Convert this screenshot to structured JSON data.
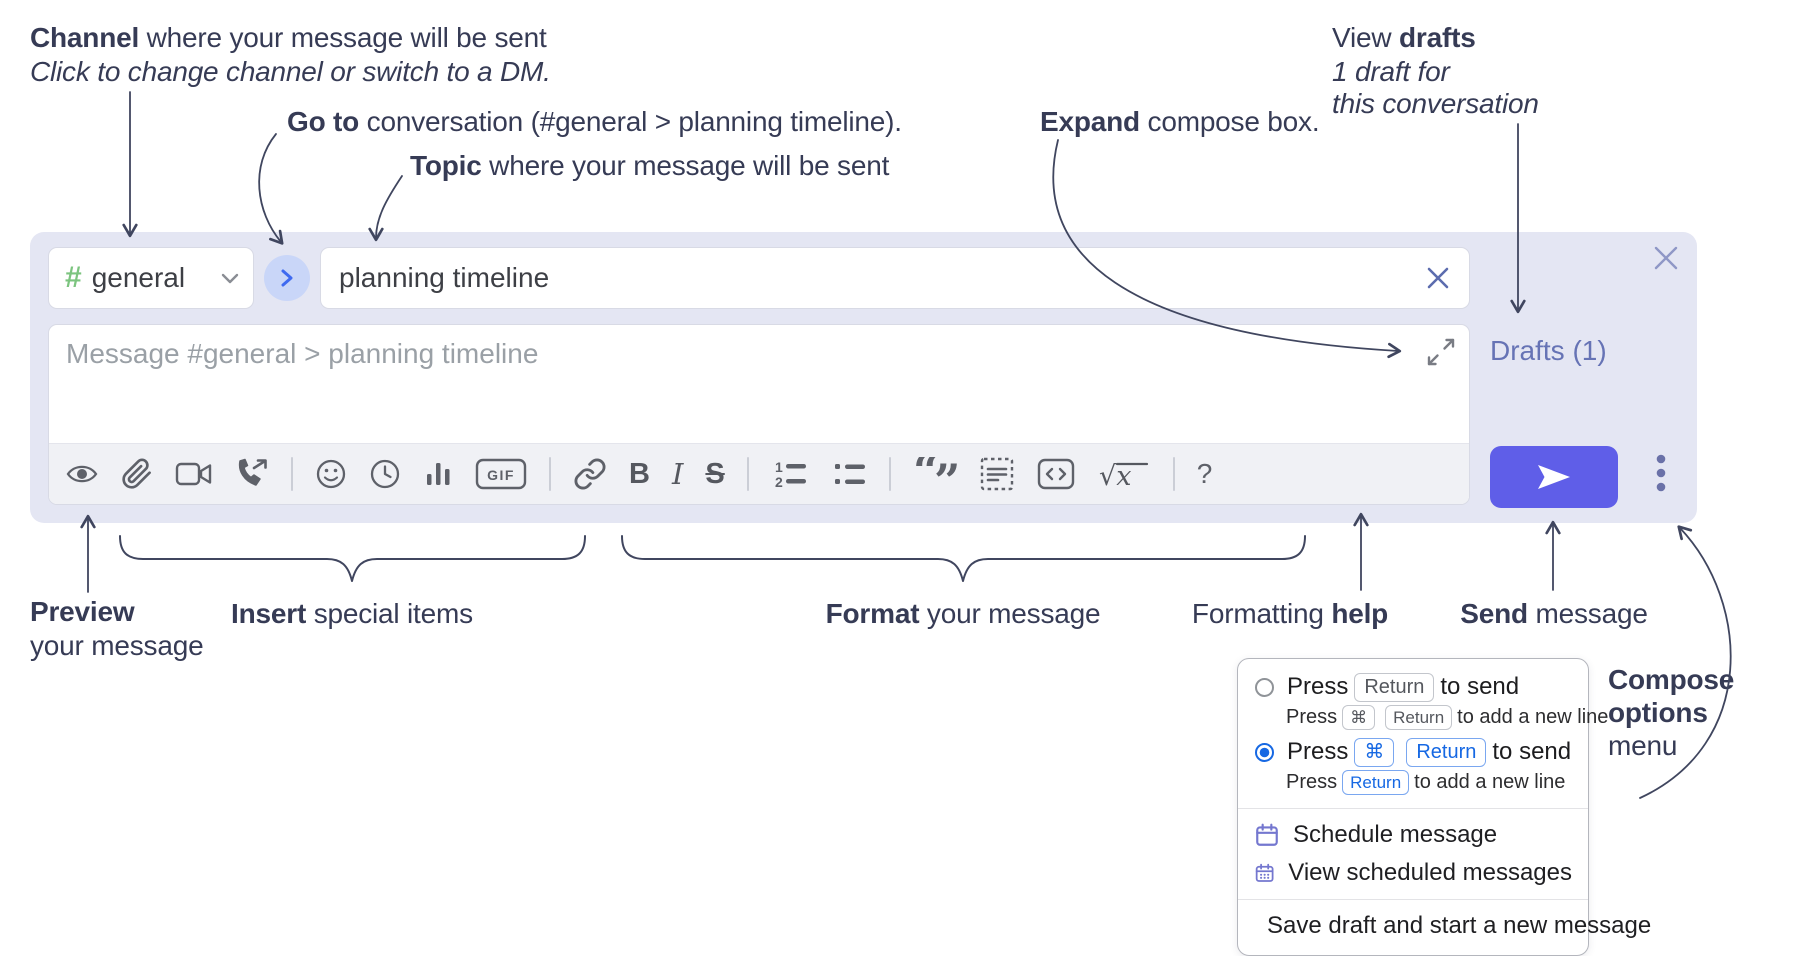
{
  "annotations": {
    "channel": {
      "bold": "Channel",
      "rest": " where your message will be sent",
      "line2": "Click to change channel or switch to a DM."
    },
    "goto": {
      "bold": "Go to",
      "rest": " conversation (#general > planning timeline)."
    },
    "topic": {
      "bold": "Topic",
      "rest": " where your message will be sent"
    },
    "expand": {
      "bold": "Expand",
      "rest": " compose box."
    },
    "view_drafts": {
      "pre": "View ",
      "bold": "drafts",
      "line2": "1 draft for",
      "line3": "this conversation"
    },
    "preview": {
      "bold": "Preview",
      "line2": "your message"
    },
    "insert": {
      "bold": "Insert",
      "rest": " special items"
    },
    "format": {
      "bold": "Format",
      "rest": " your message"
    },
    "formatting_help": {
      "pre": "Formatting ",
      "bold": "help"
    },
    "send": {
      "bold": "Send",
      "rest": " message"
    },
    "compose_options": {
      "line1": "Compose",
      "line2": "options",
      "line3": "menu"
    }
  },
  "compose_box": {
    "channel_selector": {
      "hash": "#",
      "name": "general"
    },
    "topic_input": {
      "value": "planning timeline"
    },
    "message_input": {
      "placeholder": "Message #general > planning timeline"
    },
    "drafts_link": "Drafts (1)",
    "toolbar": {
      "bold": "B",
      "italic": "I",
      "strike": "S",
      "gif": "GIF",
      "code": "<>",
      "math": "√x",
      "help": "?",
      "ol1": "1",
      "ol2": "2",
      "quote_open": "“",
      "quote_close": "”"
    }
  },
  "options_menu": {
    "option_return": {
      "selected": false,
      "pre": "Press",
      "kbd": "Return",
      "post": "to send",
      "sub_pre": "Press",
      "sub_kbd1": "⌘",
      "sub_kbd2": "Return",
      "sub_post": "to add a new line"
    },
    "option_cmd_return": {
      "selected": true,
      "pre": "Press",
      "kbd1": "⌘",
      "kbd2": "Return",
      "post": "to send",
      "sub_pre": "Press",
      "sub_kbd": "Return",
      "sub_post": "to add a new line"
    },
    "schedule": "Schedule message",
    "view_scheduled": "View scheduled messages",
    "save_draft": "Save draft and start a new message"
  },
  "colors": {
    "send_button": "#5f5ee8",
    "compose_bg": "#e4e6f3",
    "drafts_link": "#6673b5",
    "radio_selected": "#1668e3",
    "kbd_active_border": "#7aa7f0",
    "channel_hash": "#7cc47f",
    "goto_circle_bg": "#c9d6f8",
    "goto_chevron": "#3f6af0",
    "annotation_ink": "#363b55",
    "menu_icon": "#7477cf",
    "toolbar_icon": "#5e6169"
  }
}
